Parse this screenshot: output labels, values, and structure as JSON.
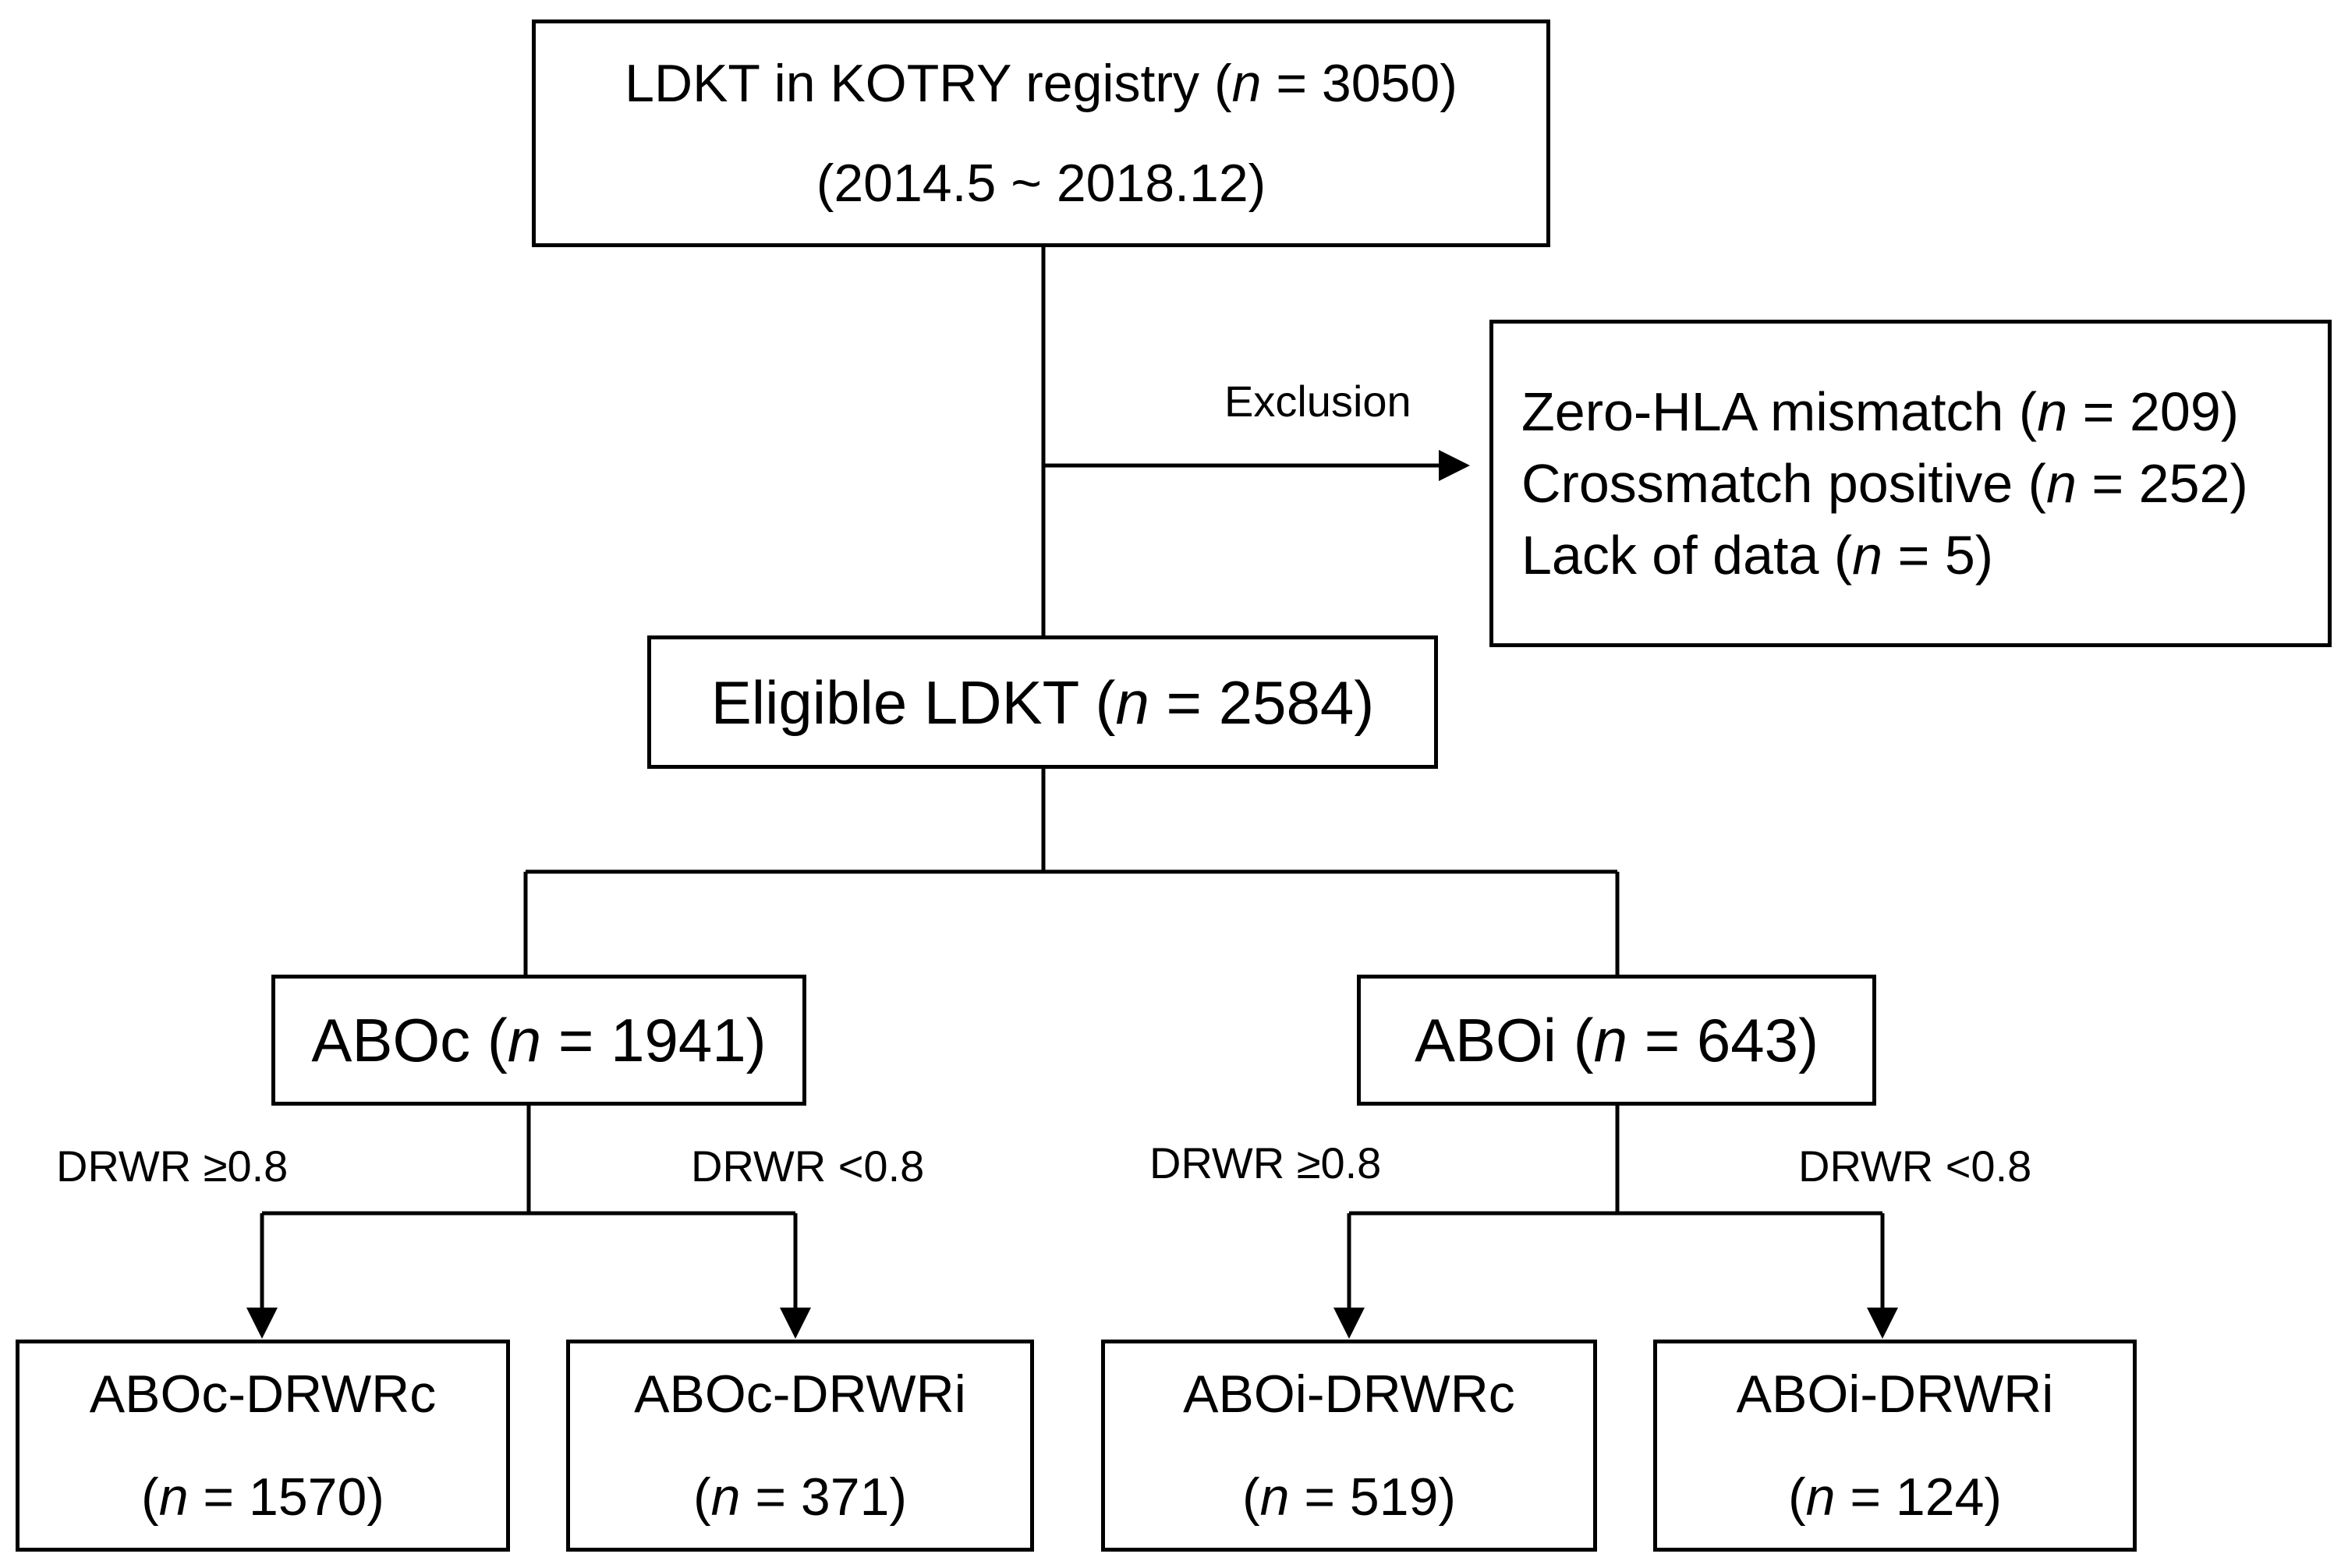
{
  "source": {
    "line1": "LDKT in KOTRY registry (n = 3050)",
    "line2": "(2014.5 ~ 2018.12)"
  },
  "exclusion": {
    "label": "Exclusion",
    "items": [
      "Zero-HLA mismatch (n = 209)",
      "Crossmatch positive (n = 252)",
      "Lack of data (n = 5)"
    ]
  },
  "eligible": {
    "label": "Eligible LDKT (n = 2584)"
  },
  "groups": {
    "aboc": {
      "label": "ABOc (n = 1941)"
    },
    "aboi": {
      "label": "ABOi (n = 643)"
    }
  },
  "branch_labels": {
    "aboc_ge": "DRWR ≥0.8",
    "aboc_lt": "DRWR <0.8",
    "aboi_ge": "DRWR ≥0.8",
    "aboi_lt": "DRWR <0.8"
  },
  "leaves": [
    {
      "name": "ABOc-DRWRc",
      "n": "(n = 1570)"
    },
    {
      "name": "ABOc-DRWRi",
      "n": "(n = 371)"
    },
    {
      "name": "ABOi-DRWRc",
      "n": "(n = 519)"
    },
    {
      "name": "ABOi-DRWRi",
      "n": "(n = 124)"
    }
  ]
}
